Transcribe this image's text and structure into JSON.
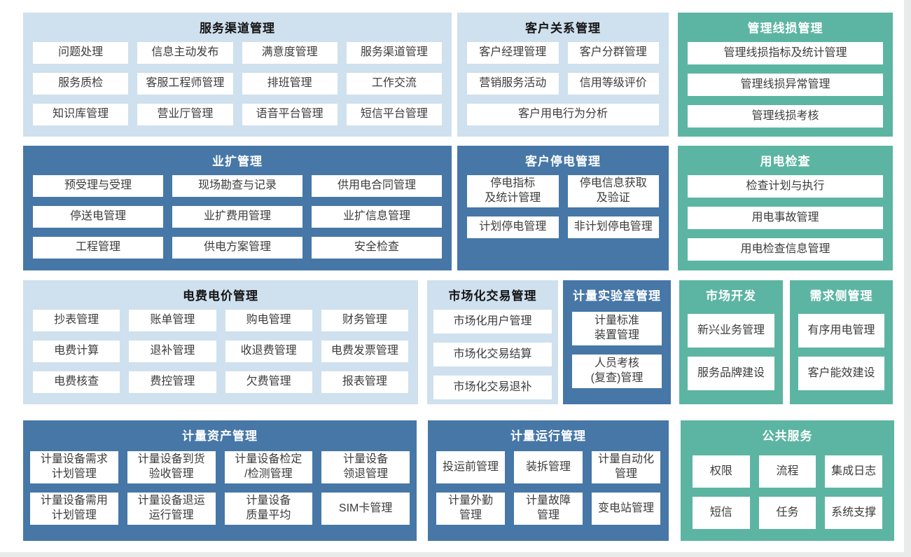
{
  "colors": {
    "panel_light_blue": "#cfe0ee",
    "panel_dark_blue": "#4677a7",
    "panel_teal": "#5cb5a2",
    "button_bg": "#ffffff",
    "button_text": "#3c3c3c",
    "title_on_light": "#141414",
    "title_on_color": "#ffffff",
    "page_bg": "#ffffff",
    "outer_bg": "#e9eaea"
  },
  "rows": [
    {
      "panels": [
        {
          "id": "service-channel",
          "theme": "light",
          "title": "服务渠道管理",
          "items": [
            {
              "label": "问题处理"
            },
            {
              "label": "信息主动发布"
            },
            {
              "label": "满意度管理"
            },
            {
              "label": "服务渠道管理"
            },
            {
              "label": "服务质检"
            },
            {
              "label": "客服工程师管理"
            },
            {
              "label": "排班管理"
            },
            {
              "label": "工作交流"
            },
            {
              "label": "知识库管理"
            },
            {
              "label": "营业厅管理"
            },
            {
              "label": "语音平台管理"
            },
            {
              "label": "短信平台管理"
            }
          ]
        },
        {
          "id": "customer-relation",
          "theme": "light",
          "title": "客户关系管理",
          "items": [
            {
              "label": "客户经理管理"
            },
            {
              "label": "客户分群管理"
            },
            {
              "label": "营销服务活动"
            },
            {
              "label": "信用等级评价"
            },
            {
              "label": "客户用电行为分析",
              "span": 2
            }
          ]
        },
        {
          "id": "line-loss",
          "theme": "teal",
          "title": "管理线损管理",
          "items": [
            {
              "label": "管理线损指标及统计管理"
            },
            {
              "label": "管理线损异常管理"
            },
            {
              "label": "管理线损考核"
            }
          ]
        }
      ]
    },
    {
      "panels": [
        {
          "id": "business-expansion",
          "theme": "dark",
          "title": "业扩管理",
          "items": [
            {
              "label": "预受理与受理"
            },
            {
              "label": "现场勘查与记录"
            },
            {
              "label": "供用电合同管理"
            },
            {
              "label": "停送电管理"
            },
            {
              "label": "业扩费用管理"
            },
            {
              "label": "业扩信息管理"
            },
            {
              "label": "工程管理"
            },
            {
              "label": "供电方案管理"
            },
            {
              "label": "安全检查"
            }
          ]
        },
        {
          "id": "customer-outage",
          "theme": "dark",
          "title": "客户停电管理",
          "items": [
            {
              "label": "停电指标\n及统计管理"
            },
            {
              "label": "停电信息获取\n及验证"
            },
            {
              "label": "计划停电管理"
            },
            {
              "label": "非计划停电管理"
            }
          ]
        },
        {
          "id": "power-inspection",
          "theme": "teal",
          "title": "用电检查",
          "items": [
            {
              "label": "检查计划与执行"
            },
            {
              "label": "用电事故管理"
            },
            {
              "label": "用电检查信息管理"
            }
          ]
        }
      ]
    },
    {
      "panels": [
        {
          "id": "tariff",
          "theme": "light",
          "title": "电费电价管理",
          "items": [
            {
              "label": "抄表管理"
            },
            {
              "label": "账单管理"
            },
            {
              "label": "购电管理"
            },
            {
              "label": "财务管理"
            },
            {
              "label": "电费计算"
            },
            {
              "label": "退补管理"
            },
            {
              "label": "收退费管理"
            },
            {
              "label": "电费发票管理"
            },
            {
              "label": "电费核查"
            },
            {
              "label": "费控管理"
            },
            {
              "label": "欠费管理"
            },
            {
              "label": "报表管理"
            }
          ]
        },
        {
          "id": "market-trade",
          "theme": "light",
          "title": "市场化交易管理",
          "items": [
            {
              "label": "市场化用户管理"
            },
            {
              "label": "市场化交易结算"
            },
            {
              "label": "市场化交易退补"
            }
          ]
        },
        {
          "id": "metering-lab",
          "theme": "dark",
          "title": "计量实验室管理",
          "items": [
            {
              "label": "计量标准\n装置管理"
            },
            {
              "label": "人员考核\n(复查)管理"
            }
          ]
        },
        {
          "id": "market-dev",
          "theme": "teal",
          "title": "市场开发",
          "items": [
            {
              "label": "新兴业务管理"
            },
            {
              "label": "服务品牌建设"
            }
          ]
        },
        {
          "id": "demand-side",
          "theme": "teal",
          "title": "需求侧管理",
          "items": [
            {
              "label": "有序用电管理"
            },
            {
              "label": "客户能效建设"
            }
          ]
        }
      ]
    },
    {
      "panels": [
        {
          "id": "metering-asset",
          "theme": "dark",
          "title": "计量资产管理",
          "items": [
            {
              "label": "计量设备需求\n计划管理"
            },
            {
              "label": "计量设备到货\n验收管理"
            },
            {
              "label": "计量设备检定\n/检测管理"
            },
            {
              "label": "计量设备\n领退管理"
            },
            {
              "label": "计量设备需用\n计划管理"
            },
            {
              "label": "计量设备退运\n运行管理"
            },
            {
              "label": "计量设备\n质量平均"
            },
            {
              "label": "SIM卡管理"
            }
          ]
        },
        {
          "id": "metering-operation",
          "theme": "dark",
          "title": "计量运行管理",
          "items": [
            {
              "label": "投运前管理"
            },
            {
              "label": "装拆管理"
            },
            {
              "label": "计量自动化\n管理"
            },
            {
              "label": "计量外勤\n管理"
            },
            {
              "label": "计量故障\n管理"
            },
            {
              "label": "变电站管理"
            }
          ]
        },
        {
          "id": "public-service",
          "theme": "teal",
          "title": "公共服务",
          "items": [
            {
              "label": "权限"
            },
            {
              "label": "流程"
            },
            {
              "label": "集成日志"
            },
            {
              "label": "短信"
            },
            {
              "label": "任务"
            },
            {
              "label": "系统支撑"
            }
          ]
        }
      ]
    }
  ]
}
